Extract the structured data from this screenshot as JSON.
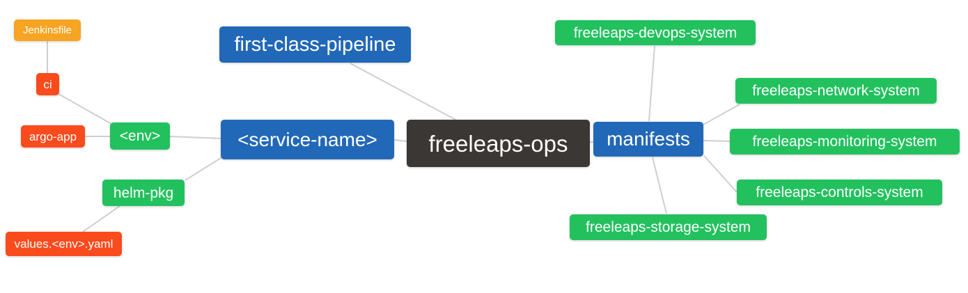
{
  "diagram": {
    "type": "mindmap",
    "title": "freeleaps-ops repository structure mind map",
    "background_color": "#ffffff",
    "line_color": "#cfcfcf",
    "colors": {
      "root": "#3b3735",
      "blue": "#2268b8",
      "green": "#22c15e",
      "red": "#fa4b1d",
      "amber": "#f7a423"
    },
    "root": "freeleaps_ops",
    "nodes": {
      "freeleaps_ops": {
        "label": "freeleaps-ops",
        "color": "#3b3735"
      },
      "first_class_pipeline": {
        "label": "first-class-pipeline",
        "color": "#2268b8"
      },
      "service_name": {
        "label": "<service-name>",
        "color": "#2268b8"
      },
      "env": {
        "label": "<env>",
        "color": "#22c15e"
      },
      "ci": {
        "label": "ci",
        "color": "#fa4b1d"
      },
      "jenkinsfile": {
        "label": "Jenkinsfile",
        "color": "#f7a423"
      },
      "argo_app": {
        "label": "argo-app",
        "color": "#fa4b1d"
      },
      "helm_pkg": {
        "label": "helm-pkg",
        "color": "#22c15e"
      },
      "values_env_yaml": {
        "label": "values.<env>.yaml",
        "color": "#fa4b1d"
      },
      "manifests": {
        "label": "manifests",
        "color": "#2268b8"
      },
      "devops_system": {
        "label": "freeleaps-devops-system",
        "color": "#22c15e"
      },
      "network_system": {
        "label": "freeleaps-network-system",
        "color": "#22c15e"
      },
      "monitoring_system": {
        "label": "freeleaps-monitoring-system",
        "color": "#22c15e"
      },
      "controls_system": {
        "label": "freeleaps-controls-system",
        "color": "#22c15e"
      },
      "storage_system": {
        "label": "freeleaps-storage-system",
        "color": "#22c15e"
      }
    },
    "edges": [
      [
        "ci",
        "jenkinsfile"
      ],
      [
        "env",
        "ci"
      ],
      [
        "env",
        "argo_app"
      ],
      [
        "service_name",
        "env"
      ],
      [
        "service_name",
        "helm_pkg"
      ],
      [
        "helm_pkg",
        "values_env_yaml"
      ],
      [
        "freeleaps_ops",
        "first_class_pipeline"
      ],
      [
        "freeleaps_ops",
        "service_name"
      ],
      [
        "freeleaps_ops",
        "manifests"
      ],
      [
        "manifests",
        "devops_system"
      ],
      [
        "manifests",
        "network_system"
      ],
      [
        "manifests",
        "monitoring_system"
      ],
      [
        "manifests",
        "controls_system"
      ],
      [
        "manifests",
        "storage_system"
      ]
    ]
  }
}
